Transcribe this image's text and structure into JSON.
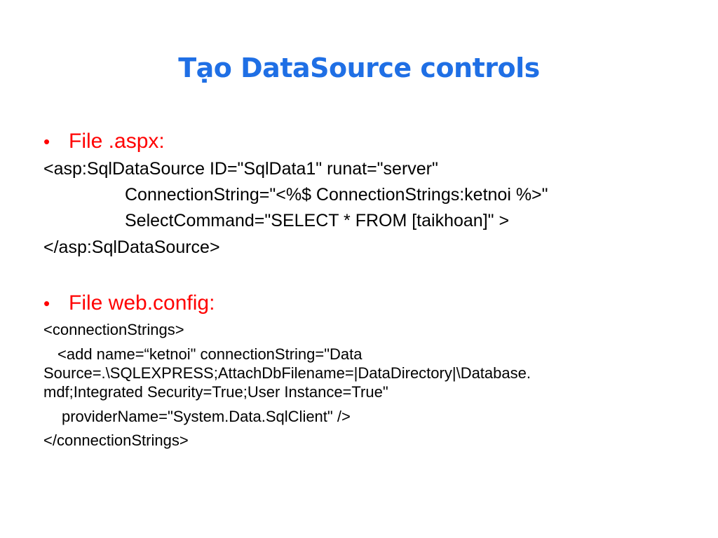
{
  "slide": {
    "title": "Tạo DataSource controls",
    "bullet_char": "•",
    "sections": [
      {
        "heading": "File .aspx:",
        "lines": [
          "<asp:SqlDataSource ID=\"SqlData1\" runat=\"server\"",
          "ConnectionString=\"<%$ ConnectionStrings:ketnoi %>\"",
          "SelectCommand=\"SELECT * FROM [taikhoan]\" >",
          "</asp:SqlDataSource>"
        ]
      },
      {
        "heading": "File web.config:",
        "lines": [
          "<connectionStrings>",
          "<add name=“ketnoi\" connectionString=\"Data",
          "Source=.\\SQLEXPRESS;AttachDbFilename=|DataDirectory|\\Database.",
          "mdf;Integrated Security=True;User Instance=True\"",
          "providerName=\"System.Data.SqlClient\" />",
          "</connectionStrings>"
        ]
      }
    ]
  },
  "colors": {
    "title": "#1f6fe5",
    "heading": "#ff0000",
    "body": "#000000"
  }
}
